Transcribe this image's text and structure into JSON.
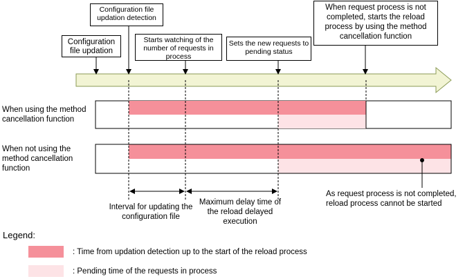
{
  "callouts": {
    "file_update": "Configuration file updation",
    "detection": "Configuration file updation detection",
    "start_watching": "Starts watching of the number of requests in process",
    "set_pending": "Sets the new requests to pending status",
    "cancel_reload": "When request process is not completed, starts the reload process by using the method cancellation function"
  },
  "rows": {
    "using": "When using the method cancellation function",
    "not_using": "When not using the method cancellation function"
  },
  "intervals": {
    "update_interval": "Interval for updating the configuration file",
    "max_delay": "Maximum delay time of the reload delayed execution"
  },
  "note": "As request process is not completed, reload process cannot be started",
  "legend": {
    "title": "Legend:",
    "item_reload": ": Time from updation detection up to the start of the reload process",
    "item_pending": ": Pending time of the requests in process"
  },
  "colors": {
    "reload_bar": "#f5909a",
    "pending_bar": "#fde3e6",
    "timeline_arrow": "#f2f4d4"
  }
}
